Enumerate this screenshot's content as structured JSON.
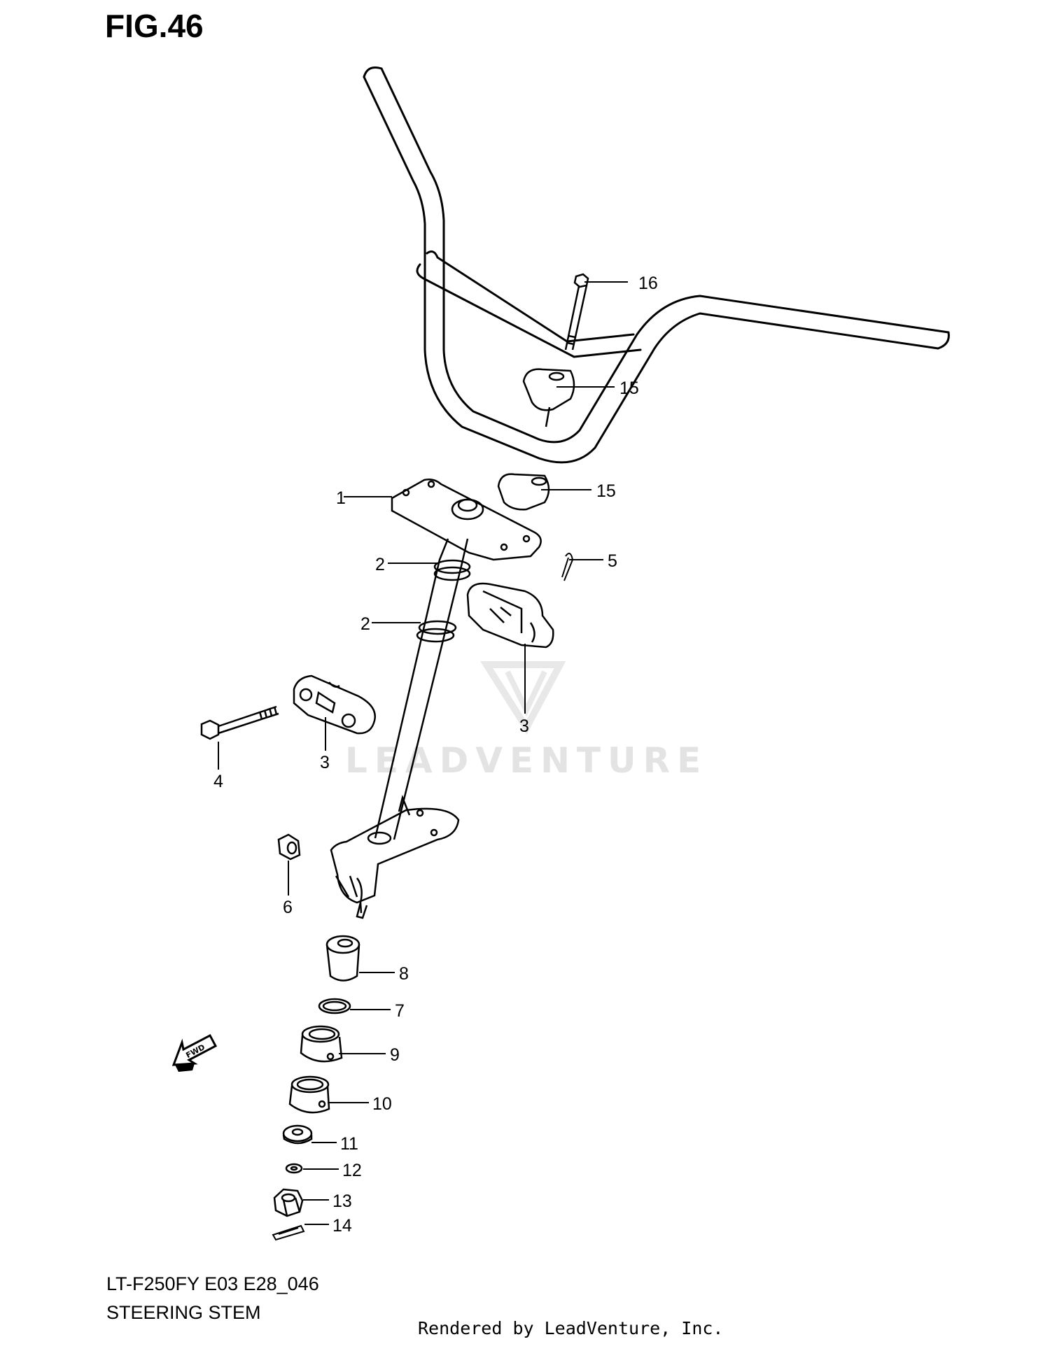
{
  "figure": {
    "title": "FIG.46"
  },
  "watermark": {
    "brand": "LEADVENTURE"
  },
  "callouts": [
    {
      "num": "16"
    },
    {
      "num": "15"
    },
    {
      "num": "15"
    },
    {
      "num": "1"
    },
    {
      "num": "5"
    },
    {
      "num": "2"
    },
    {
      "num": "2"
    },
    {
      "num": "3"
    },
    {
      "num": "3"
    },
    {
      "num": "4"
    },
    {
      "num": "6"
    },
    {
      "num": "8"
    },
    {
      "num": "7"
    },
    {
      "num": "9"
    },
    {
      "num": "10"
    },
    {
      "num": "11"
    },
    {
      "num": "12"
    },
    {
      "num": "13"
    },
    {
      "num": "14"
    }
  ],
  "fwd_arrow": {
    "label": "FWD"
  },
  "footer": {
    "model_code": "LT-F250FY E03 E28_046",
    "section_name": "STEERING STEM",
    "rendered_by": "Rendered by LeadVenture, Inc."
  },
  "colors": {
    "line": "#000000",
    "background": "#ffffff",
    "watermark": "#e3e3e3"
  }
}
